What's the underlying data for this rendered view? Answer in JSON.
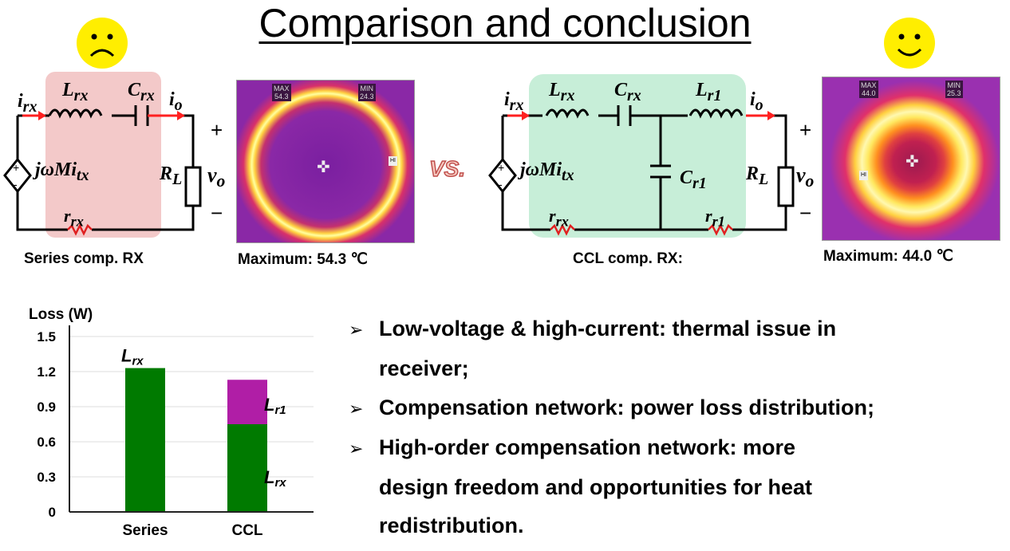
{
  "title": "Comparison and conclusion",
  "vs_label": "VS.",
  "series_circuit": {
    "caption": "Series comp. RX",
    "labels": {
      "irx": "i",
      "irx_sub": "rx",
      "Lrx": "L",
      "Lrx_sub": "rx",
      "Crx": "C",
      "Crx_sub": "rx",
      "io": "i",
      "io_sub": "o",
      "source": "jωMi",
      "source_sub": "tx",
      "RL": "R",
      "RL_sub": "L",
      "vo": "v",
      "vo_sub": "o",
      "rrx": "r",
      "rrx_sub": "rx",
      "plus": "+",
      "minus": "−"
    },
    "highlight_color": "#f3c9c9"
  },
  "ccl_circuit": {
    "caption": "CCL comp. RX:",
    "labels": {
      "irx": "i",
      "irx_sub": "rx",
      "Lrx": "L",
      "Lrx_sub": "rx",
      "Crx": "C",
      "Crx_sub": "rx",
      "Lr1": "L",
      "Lr1_sub": "r1",
      "Cr1": "C",
      "Cr1_sub": "r1",
      "io": "i",
      "io_sub": "o",
      "source": "jωMi",
      "source_sub": "tx",
      "RL": "R",
      "RL_sub": "L",
      "vo": "v",
      "vo_sub": "o",
      "rrx": "r",
      "rrx_sub": "rx",
      "rr1": "r",
      "rr1_sub": "r1",
      "plus": "+",
      "minus": "−"
    },
    "highlight_color": "#c7eed8"
  },
  "thermal_series": {
    "max_label": "MAX",
    "max_value": "54.3",
    "min_label": "MIN",
    "min_value": "24.3",
    "hi": "HI",
    "caption": "Maximum: 54.3 ℃"
  },
  "thermal_ccl": {
    "max_label": "MAX",
    "max_value": "44.0",
    "min_label": "MIN",
    "min_value": "25.3",
    "hi": "HI",
    "caption": "Maximum: 44.0 ℃"
  },
  "chart_data": {
    "type": "bar",
    "stacked": true,
    "ylabel": "Loss (W)",
    "ylim": [
      0,
      1.5
    ],
    "yticks": [
      "0",
      "0.3",
      "0.6",
      "0.9",
      "1.2",
      "1.5"
    ],
    "grid": true,
    "categories": [
      "Series",
      "CCL"
    ],
    "series": [
      {
        "name": "Lrx",
        "color": "#007a00",
        "values": [
          1.23,
          0.75
        ]
      },
      {
        "name": "Lr1",
        "color": "#b01ea6",
        "values": [
          0,
          0.38
        ]
      }
    ],
    "annotations": [
      {
        "text": "L",
        "sub": "rx"
      },
      {
        "text": "L",
        "sub": "r1"
      },
      {
        "text": "L",
        "sub": "rx"
      }
    ]
  },
  "bullets": [
    {
      "arrow": "➢",
      "lines": [
        "Low-voltage & high-current: thermal issue in",
        "receiver;"
      ]
    },
    {
      "arrow": "➢",
      "lines": [
        "Compensation network: power loss distribution;"
      ]
    },
    {
      "arrow": "➢",
      "lines": [
        "High-order compensation network: more",
        "design freedom and opportunities for heat",
        "redistribution."
      ]
    }
  ]
}
